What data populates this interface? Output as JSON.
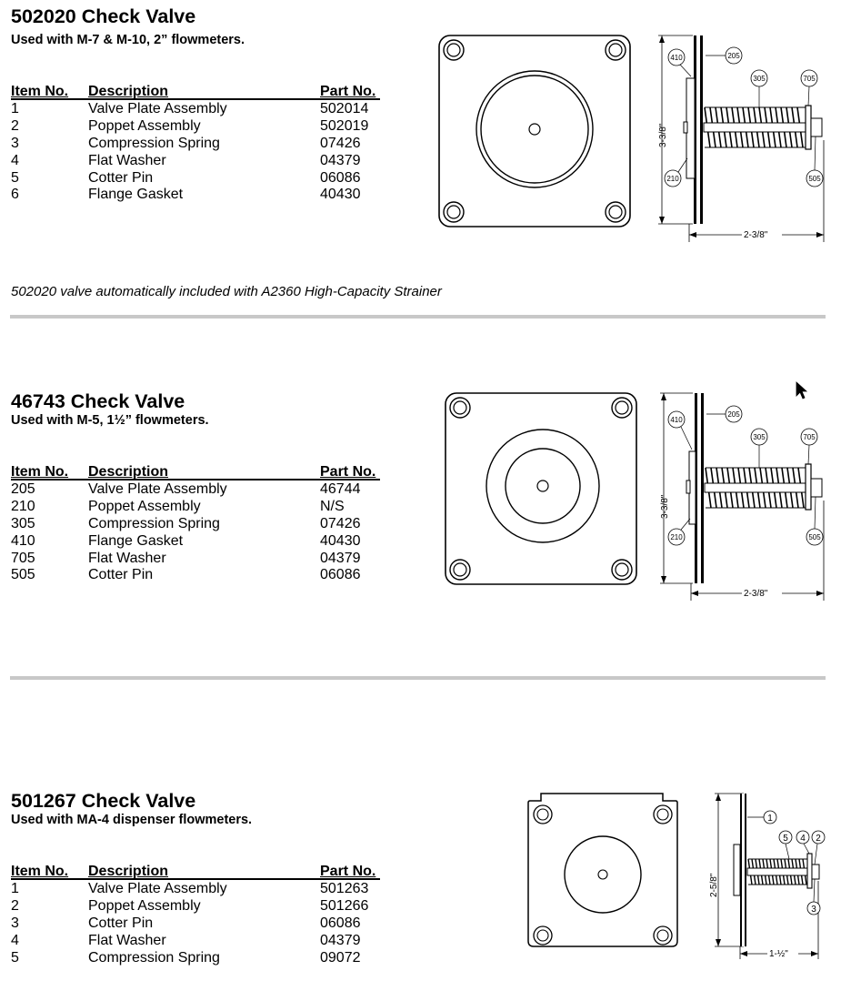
{
  "headers": {
    "item": "Item No.",
    "desc": "Description",
    "part": "Part No."
  },
  "sections": [
    {
      "title": "502020 Check Valve",
      "subtitle": "Used with M-7 & M-10, 2” flowmeters.",
      "rows": [
        {
          "item": "1",
          "desc": "Valve Plate Assembly",
          "part": "502014"
        },
        {
          "item": "2",
          "desc": "Poppet Assembly",
          "part": "502019"
        },
        {
          "item": "3",
          "desc": "Compression Spring",
          "part": "07426"
        },
        {
          "item": "4",
          "desc": "Flat Washer",
          "part": "04379"
        },
        {
          "item": "5",
          "desc": "Cotter Pin",
          "part": "06086"
        },
        {
          "item": "6",
          "desc": "Flange Gasket",
          "part": "40430"
        }
      ],
      "note": "502020 valve automatically included with A2360 High-Capacity Strainer",
      "diagram": {
        "labels": {
          "l410": "410",
          "l205": "205",
          "l305": "305",
          "l705": "705",
          "l210": "210",
          "l505": "505"
        },
        "height_dim": "3-3/8\"",
        "width_dim": "2-3/8\""
      }
    },
    {
      "title": "46743 Check Valve",
      "subtitle": "Used with M-5, 1½” flowmeters.",
      "rows": [
        {
          "item": "205",
          "desc": "Valve Plate Assembly",
          "part": "46744"
        },
        {
          "item": "210",
          "desc": "Poppet Assembly",
          "part": "N/S"
        },
        {
          "item": "305",
          "desc": "Compression Spring",
          "part": "07426"
        },
        {
          "item": "410",
          "desc": "Flange Gasket",
          "part": "40430"
        },
        {
          "item": "705",
          "desc": "Flat Washer",
          "part": "04379"
        },
        {
          "item": "505",
          "desc": "Cotter Pin",
          "part": "06086"
        }
      ],
      "diagram": {
        "labels": {
          "l410": "410",
          "l205": "205",
          "l305": "305",
          "l705": "705",
          "l210": "210",
          "l505": "505"
        },
        "height_dim": "3-3/8\"",
        "width_dim": "2-3/8\""
      }
    },
    {
      "title": "501267 Check Valve",
      "subtitle": "Used with MA-4 dispenser flowmeters.",
      "rows": [
        {
          "item": "1",
          "desc": "Valve Plate Assembly",
          "part": "501263"
        },
        {
          "item": "2",
          "desc": "Poppet Assembly",
          "part": "501266"
        },
        {
          "item": "3",
          "desc": "Cotter Pin",
          "part": "06086"
        },
        {
          "item": "4",
          "desc": "Flat Washer",
          "part": "04379"
        },
        {
          "item": "5",
          "desc": "Compression Spring",
          "part": "09072"
        }
      ],
      "diagram": {
        "labels": {
          "l1": "1",
          "l5": "5",
          "l4": "4",
          "l2": "2",
          "l3": "3"
        },
        "height_dim": "2-5/8\"",
        "width_dim": "1-½\""
      }
    }
  ],
  "colors": {
    "divider": "#c8c8c8",
    "ink": "#000000"
  }
}
